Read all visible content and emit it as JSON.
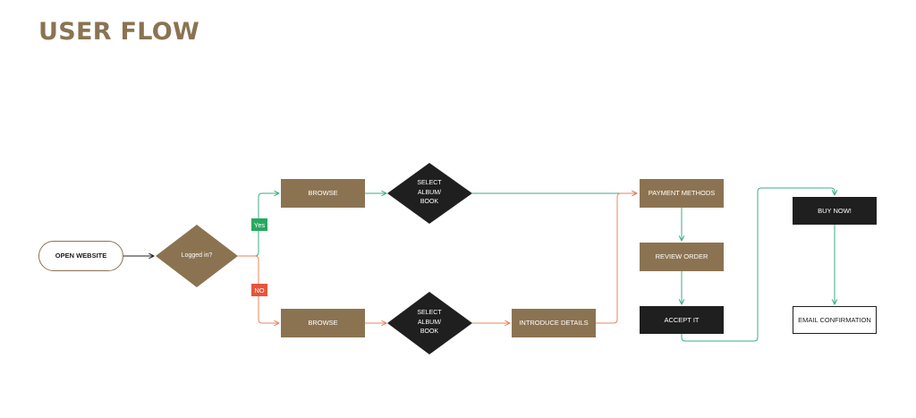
{
  "title": "USER FLOW",
  "colors": {
    "title": "#8B7352",
    "brown": "#8B7352",
    "dark": "#1f1f1f",
    "yes": "#27A960",
    "no": "#E8553A",
    "flow_green": "#3DAE83",
    "flow_orange": "#E8855F",
    "flow_black": "#222222"
  },
  "nodes": {
    "open_website": "OPEN WEBSITE",
    "logged_in": "Logged in?",
    "browse_yes": "BROWSE",
    "select_yes": "SELECT\nALBUM/\nBOOK",
    "browse_no": "BROWSE",
    "select_no": "SELECT\nALBUM/\nBOOK",
    "introduce_details": "INTRODUCE DETAILS",
    "payment_methods": "PAYMENT METHODS",
    "review_order": "REVIEW ORDER",
    "accept_it": "ACCEPT IT",
    "buy_now": "BUY NOW!",
    "email_confirmation": "EMAIL CONFIRMATION"
  },
  "labels": {
    "yes": "Yes",
    "no": "NO"
  }
}
